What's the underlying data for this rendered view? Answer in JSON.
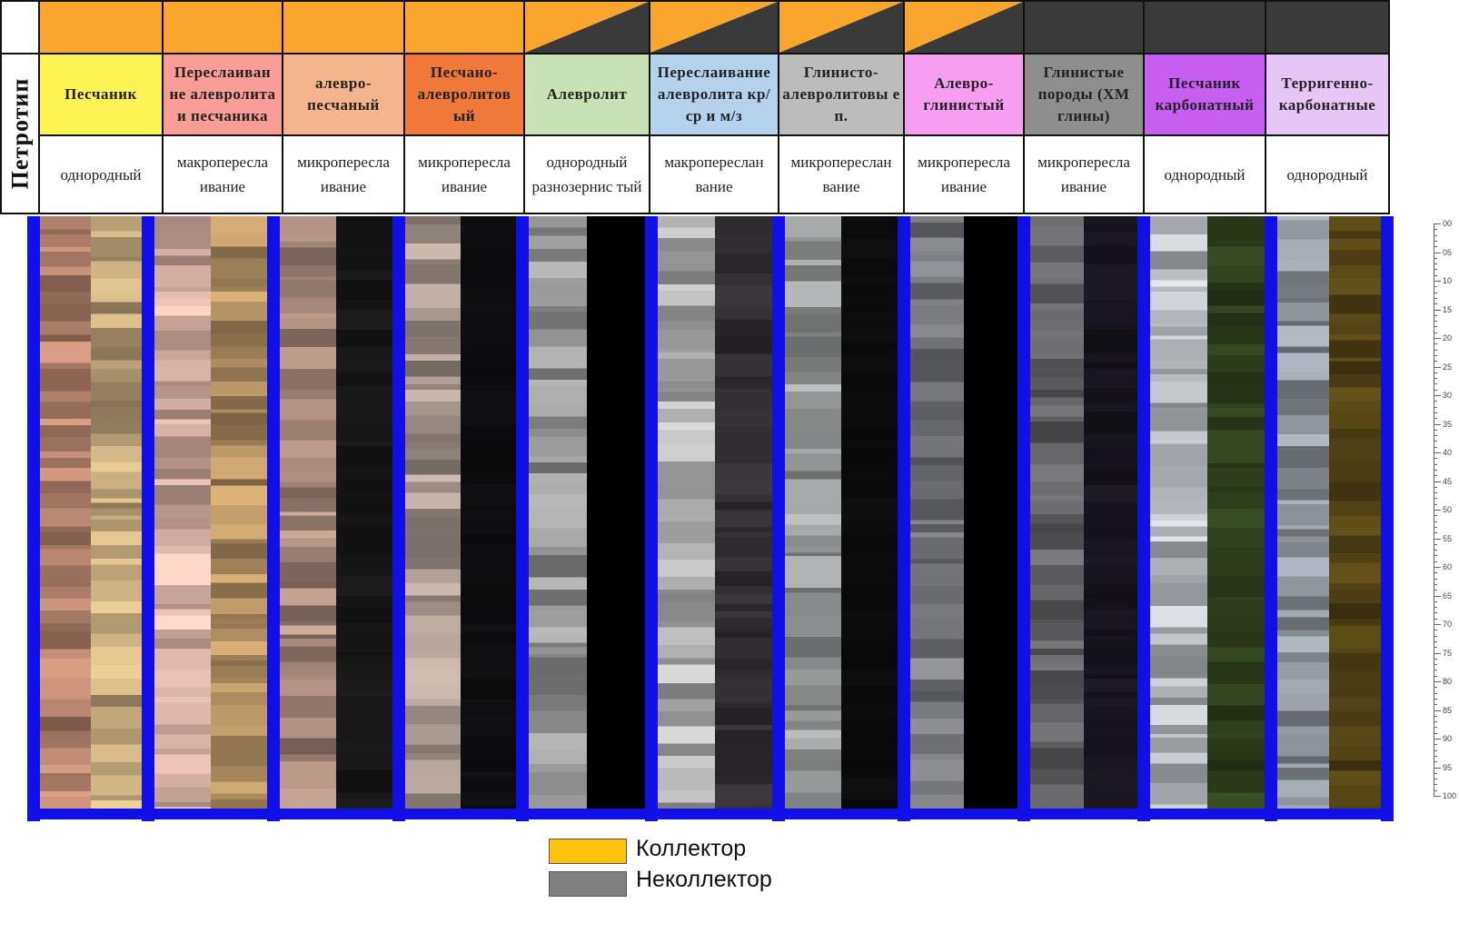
{
  "header": {
    "petrotype_label": "Петротип"
  },
  "columns": [
    {
      "name": "Песчаник",
      "structure": "однородный",
      "collector": "yes",
      "name_bg": "#fcf455",
      "core": [
        "#a37662",
        "#b29a71"
      ]
    },
    {
      "name": "Переслаиван не алевролита и песчаника",
      "structure": "макропересла ивание",
      "collector": "yes",
      "name_bg": "#f99d96",
      "core": [
        "#c8a49a",
        "#a4845a"
      ]
    },
    {
      "name": "алевро- песчаный",
      "structure": "микропересла ивание",
      "collector": "yes",
      "name_bg": "#f4b48c",
      "core": [
        "#9a7f73",
        "#151515"
      ]
    },
    {
      "name": "Песчано- алевролитов ый",
      "structure": "микропересла ивание",
      "collector": "yes",
      "name_bg": "#f0793a",
      "core": [
        "#9c8e86",
        "#0d0d0f"
      ]
    },
    {
      "name": "Алевролит",
      "structure": "однородный разнозернис тый",
      "collector": "partial",
      "name_bg": "#c8e2b6",
      "core": [
        "#8c8c8c",
        "#000000"
      ]
    },
    {
      "name": "Переслаивание алевролита кр/ср и м/з",
      "structure": "макропереслан вание",
      "collector": "partial",
      "name_bg": "#b5d2ed",
      "core": [
        "#a6a6a6",
        "#2e2a2e"
      ]
    },
    {
      "name": "Глинисто- алевролитовы е п.",
      "structure": "микропереслан вание",
      "collector": "partial",
      "name_bg": "#bcbcbc",
      "core": [
        "#8f9292",
        "#0b0b0b"
      ]
    },
    {
      "name": "Алевро- глинистый",
      "structure": "микропересла ивание",
      "collector": "partial",
      "name_bg": "#f79df2",
      "core": [
        "#6e7074",
        "#000000"
      ]
    },
    {
      "name": "Глинистые породы (ХМ глины)",
      "structure": "микропересла ивание",
      "collector": "no",
      "name_bg": "#8e8e8e",
      "core": [
        "#5a5a5e",
        "#16131c"
      ]
    },
    {
      "name": "Песчаник карбонатный",
      "structure": "однородный",
      "collector": "no",
      "name_bg": "#c65ef2",
      "core": [
        "#aeb2b6",
        "#2b3a1a"
      ]
    },
    {
      "name": "Терригенно- карбонатные",
      "structure": "однородный",
      "collector": "no",
      "name_bg": "#e6c6f6",
      "core": [
        "#848a92",
        "#4a3d12"
      ]
    }
  ],
  "scale": {
    "labels": [
      "00",
      "05",
      "10",
      "15",
      "20",
      "25",
      "30",
      "35",
      "40",
      "45",
      "50",
      "55",
      "60",
      "65",
      "70",
      "75",
      "80",
      "85",
      "90",
      "95",
      "100"
    ]
  },
  "legend": {
    "collector_label": "Коллектор",
    "collector_color": "#fec10d",
    "noncollector_label": "Неколлектор",
    "noncollector_color": "#808080"
  },
  "colors": {
    "indicator_collector": "#f9a52e",
    "indicator_noncollector": "#3a3a3a",
    "frame": "#1010e6"
  }
}
